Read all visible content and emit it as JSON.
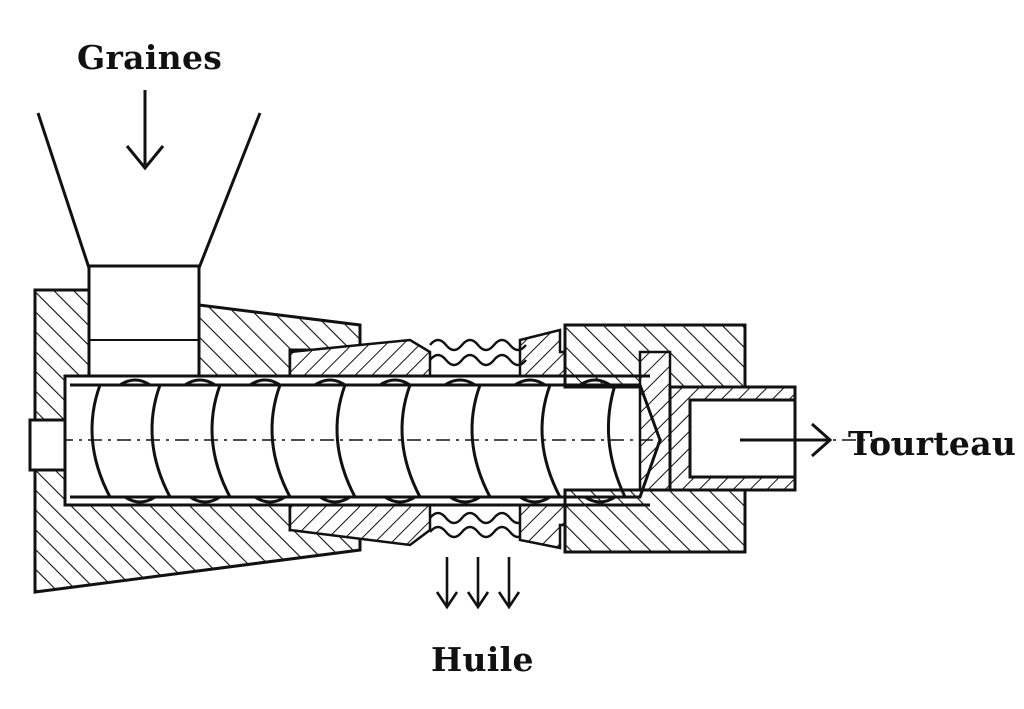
{
  "diagram": {
    "labels": {
      "input": "Graines",
      "output_cake": "Tourteau",
      "output_oil": "Huile"
    },
    "colors": {
      "ink": "#111111",
      "background": "#ffffff"
    }
  }
}
